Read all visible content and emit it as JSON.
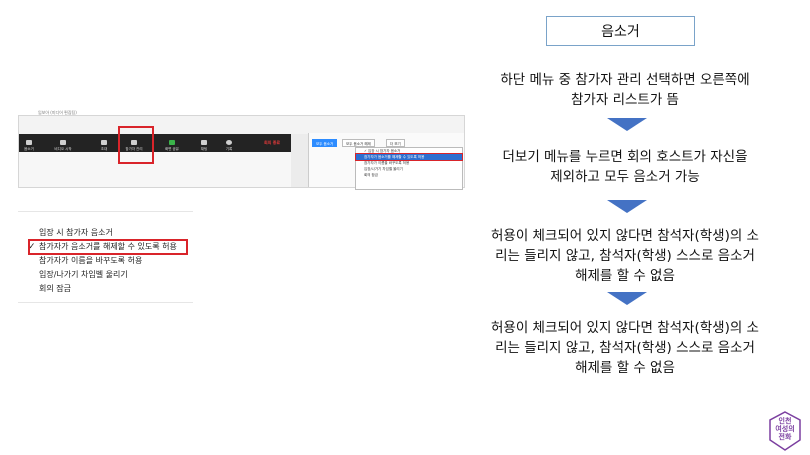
{
  "slide": {
    "title": "음소거",
    "steps": [
      "하단 메뉴 중 참가자 관리 선택하면 오른쪽에\n참가자 리스트가 뜸",
      "더보기 메뉴를 누르면 회의 호스트가 자신을\n제외하고 모두 음소거 가능",
      "허용이 체크되어 있지 않다면 참석자(학생)의 소\n리는 들리지 않고, 참석자(학생) 스스로 음소거\n해제를 할 수 없음",
      "허용이 체크되어 있지 않다면 참석자(학생)의 소\n리는 들리지 않고, 참석자(학생) 스스로 음소거\n해제를 할 수 없음"
    ],
    "colors": {
      "arrow": "#4472c4",
      "highlight_box": "#d9242a",
      "title_border": "#7aa3c9"
    }
  },
  "screenshot": {
    "caption": "임보아 (미디어 편집팀)",
    "toolbar": [
      {
        "label": "음소거",
        "icon": "microphone-icon"
      },
      {
        "label": "비디오 시작",
        "icon": "video-camera-icon"
      },
      {
        "label": "초대",
        "icon": "invite-icon"
      },
      {
        "label": "참가자 관리",
        "icon": "participants-icon",
        "badge": "2"
      },
      {
        "label": "화면 공유",
        "icon": "share-screen-icon"
      },
      {
        "label": "채팅",
        "icon": "chat-icon"
      },
      {
        "label": "기록",
        "icon": "record-icon"
      }
    ],
    "end_meeting": "회의 종료",
    "panel_buttons": {
      "invite": "모두 음소거",
      "mute_all": "모두 음소거 해제",
      "more": "더 보기"
    },
    "mini_menu": [
      "✓ 입장 시 참가자 음소거",
      "참가자가 음소거를 해제할 수 있도록 허용",
      "참가자가 이름을 바꾸도록 허용",
      "입장/나가기 차임벨 울리기",
      "회의 잠금"
    ]
  },
  "menu": {
    "items": [
      {
        "label": "입장 시 참가자 음소거",
        "checked": false
      },
      {
        "label": "참가자가 음소거를 해제할 수 있도록 허용",
        "checked": true
      },
      {
        "label": "참가자가 이름을 바꾸도록 허용",
        "checked": false
      },
      {
        "label": "입장/나가기 차임벨 울리기",
        "checked": false
      },
      {
        "label": "회의 잠금",
        "checked": false
      }
    ],
    "check_glyph": "✓"
  },
  "logo": {
    "text": "인천\n여성의\n전화"
  }
}
